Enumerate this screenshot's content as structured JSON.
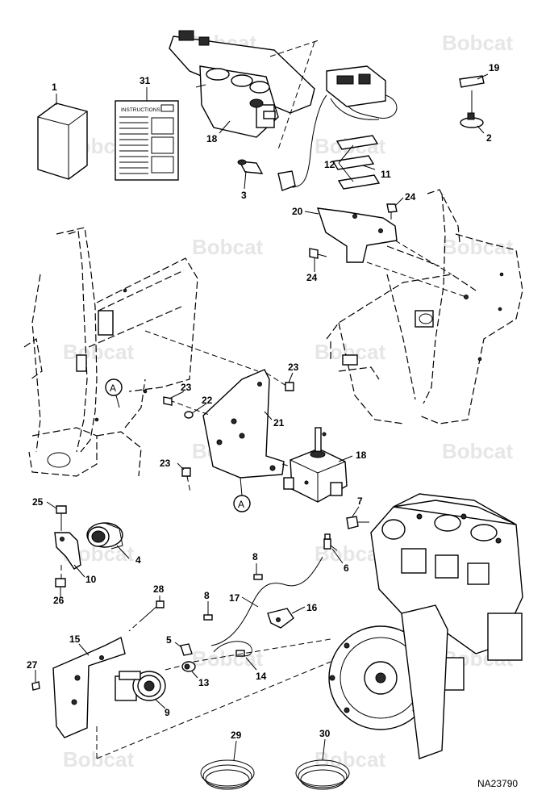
{
  "watermark": "Bobcat",
  "instructions_title": "INSTRUCTIONS",
  "drawing_number": "NA23790",
  "callout_marker": "A",
  "parts": [
    {
      "id": "p1",
      "label": "1"
    },
    {
      "id": "p31",
      "label": "31"
    },
    {
      "id": "p18a",
      "label": "18"
    },
    {
      "id": "p19",
      "label": "19"
    },
    {
      "id": "p2",
      "label": "2"
    },
    {
      "id": "p3",
      "label": "3"
    },
    {
      "id": "p12",
      "label": "12"
    },
    {
      "id": "p11",
      "label": "11"
    },
    {
      "id": "p24a",
      "label": "24"
    },
    {
      "id": "p20",
      "label": "20"
    },
    {
      "id": "p24b",
      "label": "24"
    },
    {
      "id": "p23a",
      "label": "23"
    },
    {
      "id": "p23b",
      "label": "23"
    },
    {
      "id": "p22",
      "label": "22"
    },
    {
      "id": "p21",
      "label": "21"
    },
    {
      "id": "p18b",
      "label": "18"
    },
    {
      "id": "p23c",
      "label": "23"
    },
    {
      "id": "p25",
      "label": "25"
    },
    {
      "id": "p7",
      "label": "7"
    },
    {
      "id": "p4",
      "label": "4"
    },
    {
      "id": "p10",
      "label": "10"
    },
    {
      "id": "p26",
      "label": "26"
    },
    {
      "id": "p8a",
      "label": "8"
    },
    {
      "id": "p6",
      "label": "6"
    },
    {
      "id": "p28",
      "label": "28"
    },
    {
      "id": "p17",
      "label": "17"
    },
    {
      "id": "p8b",
      "label": "8"
    },
    {
      "id": "p16",
      "label": "16"
    },
    {
      "id": "p15",
      "label": "15"
    },
    {
      "id": "p5",
      "label": "5"
    },
    {
      "id": "p27",
      "label": "27"
    },
    {
      "id": "p13",
      "label": "13"
    },
    {
      "id": "p14",
      "label": "14"
    },
    {
      "id": "p9",
      "label": "9"
    },
    {
      "id": "p29",
      "label": "29"
    },
    {
      "id": "p30",
      "label": "30"
    }
  ]
}
